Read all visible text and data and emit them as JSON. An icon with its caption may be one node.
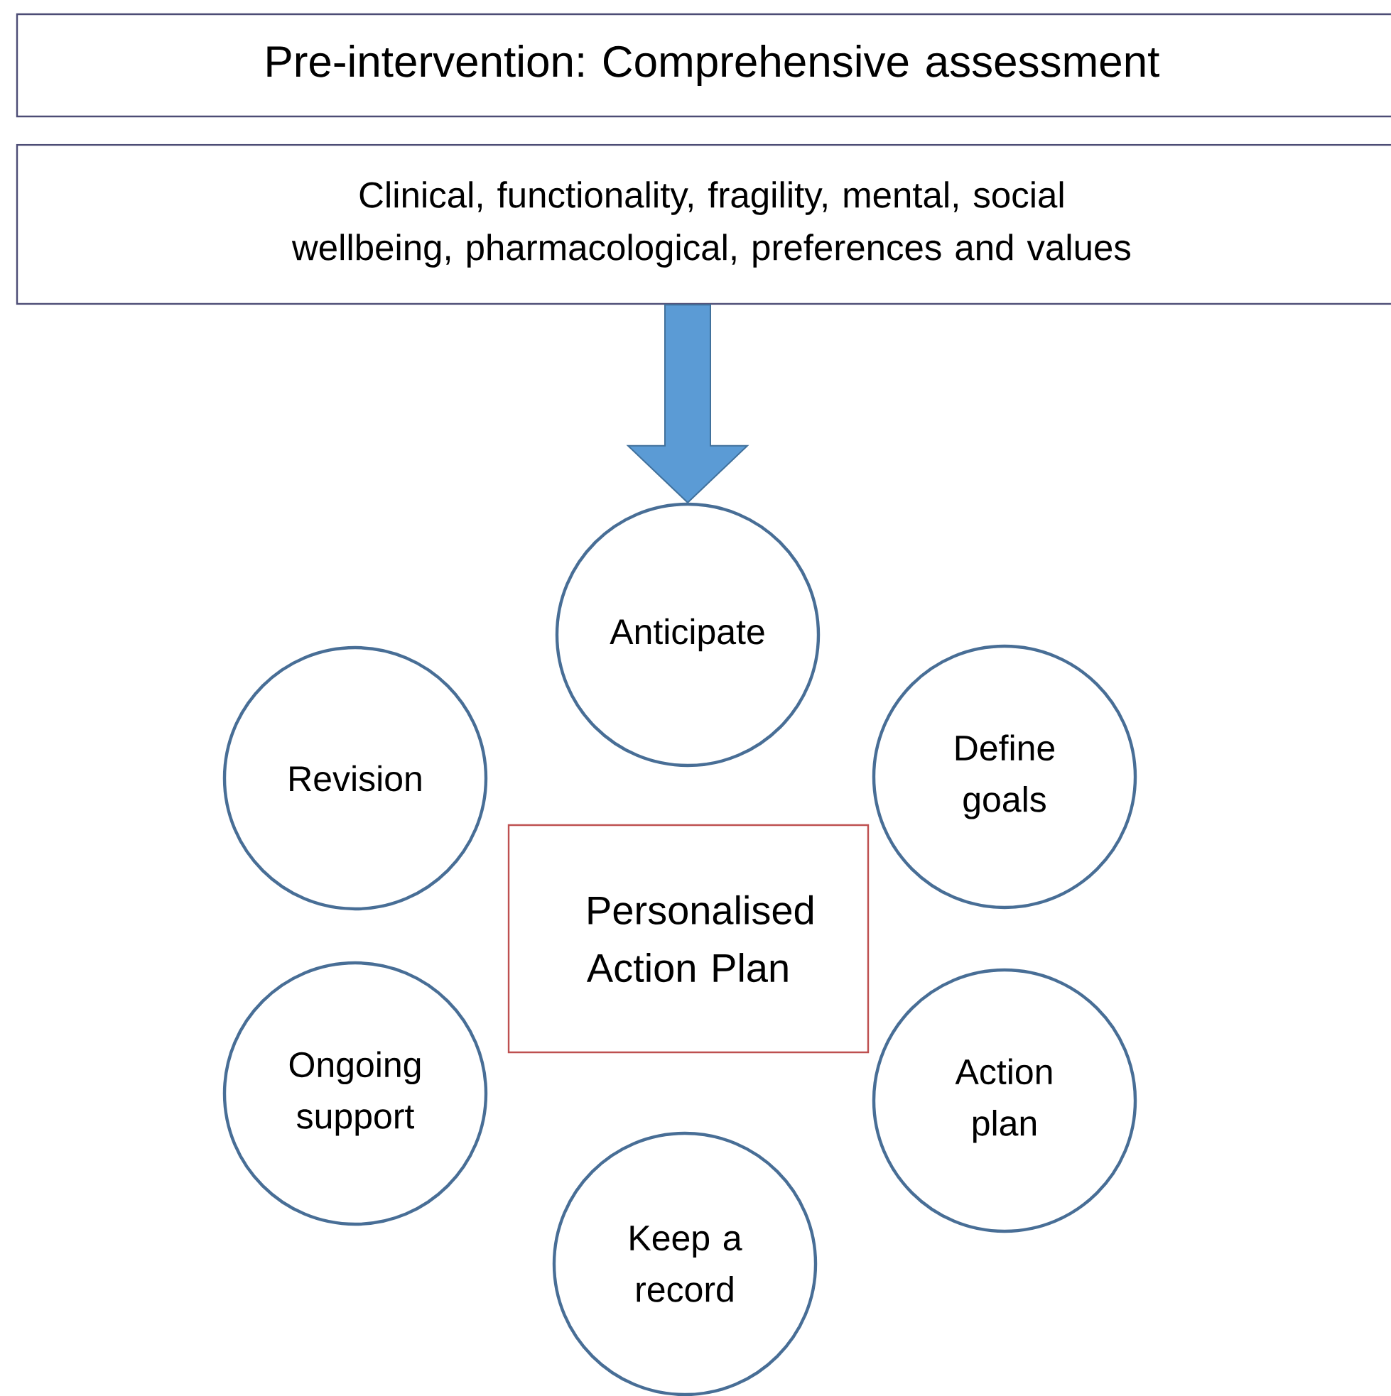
{
  "diagram": {
    "nodes": [
      {
        "text": [
          "Pre-intervention: Comprehensive assessment"
        ]
      },
      {
        "text": [
          "Clinical, functionality, fragility, mental, social wellbeing, pharmacological, preferences and values"
        ]
      },
      {
        "text": [
          "Anticipate"
        ]
      },
      {
        "text": [
          "Revision"
        ]
      },
      {
        "text": [
          "Define goals"
        ]
      },
      {
        "text": [
          "Personalised Action Plan"
        ]
      },
      {
        "text": [
          "Ongoing support"
        ]
      },
      {
        "text": [
          "Action plan"
        ]
      },
      {
        "text": [
          "Keep a record"
        ]
      }
    ],
    "edges": [
      {
        "from": 1,
        "to": 2,
        "arrow": "to"
      }
    ]
  }
}
